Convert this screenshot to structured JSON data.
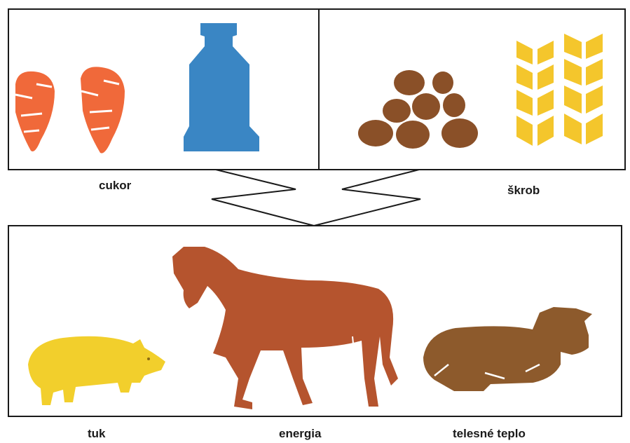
{
  "top_panel": {
    "left": {
      "label": "cukor",
      "items": [
        "carrot",
        "carrot",
        "bottle"
      ]
    },
    "right": {
      "label": "škrob",
      "items": [
        "potatoes",
        "wheat-ears"
      ]
    }
  },
  "bottom_panel": {
    "items": [
      {
        "animal": "pig",
        "label": "tuk"
      },
      {
        "animal": "horse",
        "label": "energia"
      },
      {
        "animal": "cow",
        "label": "telesné teplo"
      }
    ]
  },
  "colors": {
    "carrot": "#f0693a",
    "bottle": "#3a86c4",
    "potato": "#8a5028",
    "wheat": "#f4c62c",
    "pig": "#f2cf2c",
    "horse": "#b5542e",
    "cow": "#8d5a2c",
    "outline": "#1a1a1a"
  }
}
